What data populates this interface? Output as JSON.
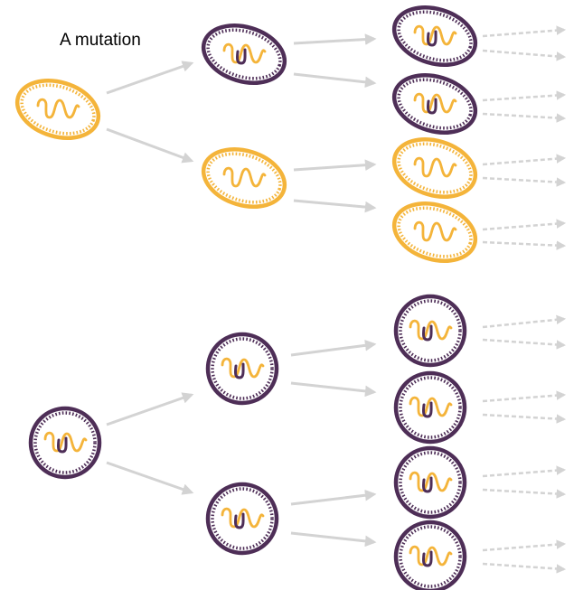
{
  "mutation_label": "A mutation",
  "colors": {
    "normal": "#F4B43A",
    "mutant": "#4E2E57",
    "arrow": "#D3D3D3",
    "background": "#FFFFFF"
  },
  "icons": {
    "bacterium": "oval-cell-with-coiled-dna-icon",
    "round_cell": "round-cell-with-coiled-dna-icon",
    "arrow": "arrow-icon",
    "dashed_arrow": "dashed-arrow-icon"
  },
  "lineages": [
    {
      "shape": "oval",
      "generations": [
        [
          "normal"
        ],
        [
          "mutant",
          "normal"
        ],
        [
          "mutant",
          "mutant",
          "normal",
          "normal"
        ]
      ]
    },
    {
      "shape": "round",
      "generations": [
        [
          "mutant"
        ],
        [
          "mutant",
          "mutant"
        ],
        [
          "mutant",
          "mutant",
          "mutant",
          "mutant"
        ]
      ]
    }
  ]
}
